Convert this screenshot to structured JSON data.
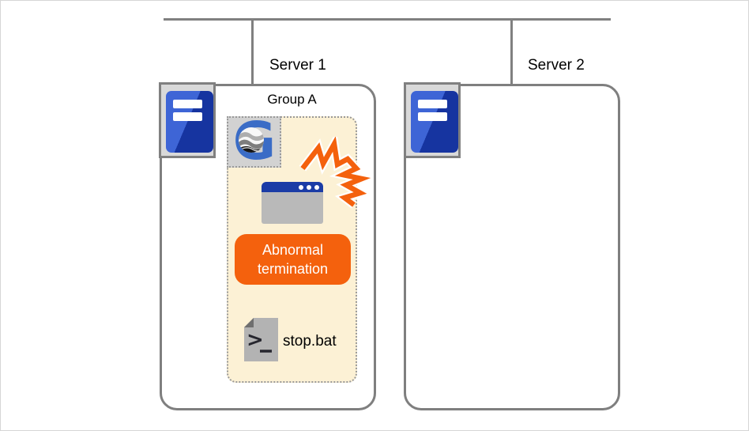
{
  "servers": [
    {
      "label": "Server 1"
    },
    {
      "label": "Server 2"
    }
  ],
  "group_a": {
    "label": "Group A",
    "status_badge": "Abnormal termination",
    "script_label": "stop.bat"
  },
  "icons": {
    "server": "server-tower-icon",
    "app_logo": "g-globe-logo-icon",
    "app_window": "application-window-icon",
    "explosion": "crash-explosion-icon",
    "batch_file": "console-batch-file-icon"
  },
  "colors": {
    "accent_orange": "#f4610d",
    "group_fill_cream": "#fcf1d5",
    "connector_gray": "#808080",
    "box_border_gray": "#7f7f7f",
    "dotted_border_gray": "#999999",
    "server_blue_light": "#3e65d6",
    "server_blue_dark": "#1634a0",
    "titlebar_blue": "#1b3ca6",
    "logo_blue": "#3a6cc6",
    "window_body_gray": "#b9b9b9"
  }
}
